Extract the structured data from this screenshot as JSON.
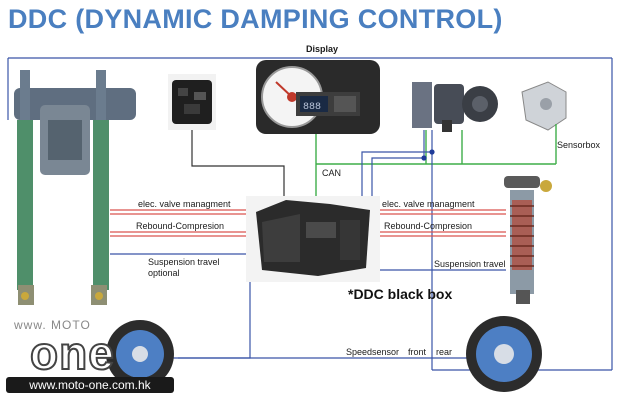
{
  "title": "DDC (DYNAMIC DAMPING CONTROL)",
  "labels": {
    "display": "Display",
    "can": "CAN",
    "sensorbox": "Sensorbox",
    "elec_left": "elec. valve managment",
    "rebound_left": "Rebound-Compresion",
    "susp_left_1": "Suspension travel",
    "susp_left_2": "optional",
    "elec_right": "elec. valve managment",
    "rebound_right": "Rebound-Compresion",
    "susp_right": "Suspension travel",
    "ddc_box": "*DDC black box",
    "speedsensor": "Speedsensor",
    "front": "front",
    "rear": "rear"
  },
  "watermark": {
    "small": "www. MOTO",
    "big": "one",
    "url": "www.moto-one.com.hk"
  },
  "colors": {
    "title": "#4a7fc0",
    "can_line": "#3fae49",
    "valve_line": "#d9534f",
    "travel_line": "#3a55a8",
    "handlebar_line": "#333333"
  }
}
